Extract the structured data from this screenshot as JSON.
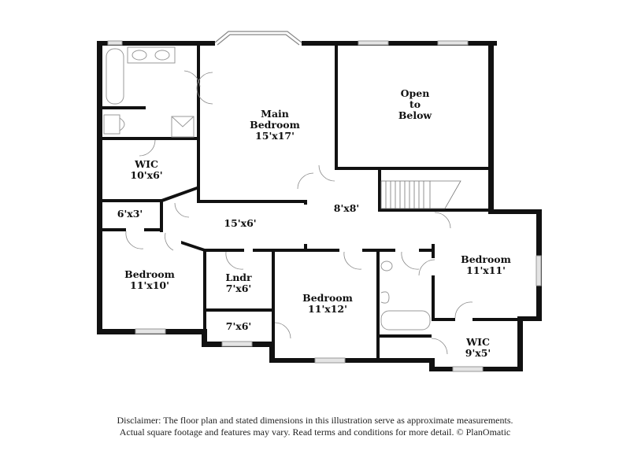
{
  "rooms": {
    "main_bedroom": {
      "name": "Main Bedroom",
      "line1": "Main",
      "line2": "Bedroom",
      "dims": "15'x17'"
    },
    "open_to_below": {
      "line1": "Open",
      "line2": "to",
      "line3": "Below"
    },
    "wic_main": {
      "name": "WIC",
      "dims": "10'x6'"
    },
    "closet_6x3": {
      "dims": "6'x3'"
    },
    "hall": {
      "dims": "15'x6'"
    },
    "landing": {
      "dims": "8'x8'"
    },
    "bedroom_2": {
      "name": "Bedroom",
      "dims": "11'x10'"
    },
    "laundry": {
      "name": "Lndr",
      "dims": "7'x6'"
    },
    "closet_7x6": {
      "dims": "7'x6'"
    },
    "bedroom_3": {
      "name": "Bedroom",
      "dims": "11'x12'"
    },
    "bedroom_4": {
      "name": "Bedroom",
      "dims": "11'x11'"
    },
    "wic_bed4": {
      "name": "WIC",
      "dims": "9'x5'"
    }
  },
  "disclaimer": {
    "line1": "Disclaimer: The floor plan and stated dimensions in this illustration serve as approximate measurements.",
    "line2": "Actual square footage and features may vary. Read terms and conditions for more detail. © PlanOmatic"
  },
  "colors": {
    "wall": "#111111",
    "window": "#d8d8d8",
    "fixture": "#9a9a9a"
  }
}
